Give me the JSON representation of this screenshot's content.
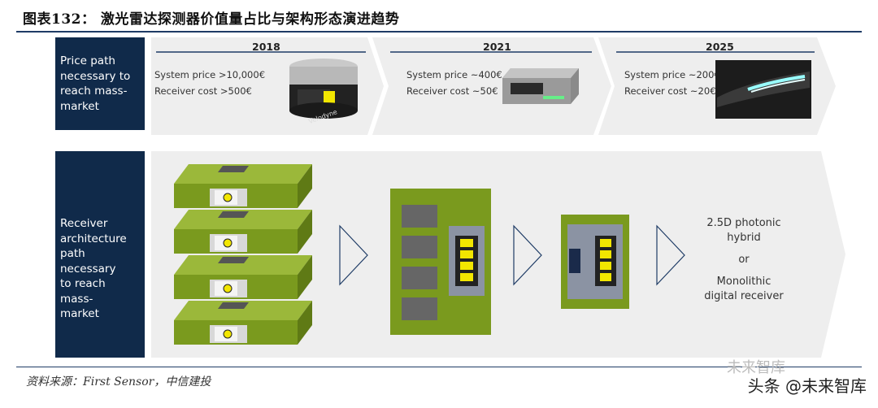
{
  "figure": {
    "title": "图表132：  激光雷达探测器价值量占比与架构形态演进趋势",
    "source": "资料来源：First Sensor，中信建投"
  },
  "price_row": {
    "label_lines": [
      "Price path",
      "necessary to",
      "reach mass-",
      "market"
    ],
    "stages": [
      {
        "year": "2018",
        "system_price": "System price >10,000€",
        "receiver_cost": "Receiver cost  >500€",
        "device_label": "Velodyne"
      },
      {
        "year": "2021",
        "system_price": "System price ~400€",
        "receiver_cost": "Receiver cost ~50€"
      },
      {
        "year": "2025",
        "system_price": "System price ~200€",
        "receiver_cost": "Receiver cost ~20€"
      }
    ]
  },
  "receiver_row": {
    "label_lines": [
      "Receiver",
      "architecture",
      "path necessary",
      "to reach mass-",
      "market"
    ],
    "final_text": [
      "2.5D photonic",
      "hybrid",
      "or",
      "Monolithic",
      "digital receiver"
    ]
  },
  "watermark": {
    "text": "头条 @未来智库",
    "faint": "未来智库"
  },
  "colors": {
    "navy": "#102a4a",
    "green": "#7a9a1e",
    "chevron": "#eeeeee",
    "accent_yellow": "#f2e600"
  }
}
